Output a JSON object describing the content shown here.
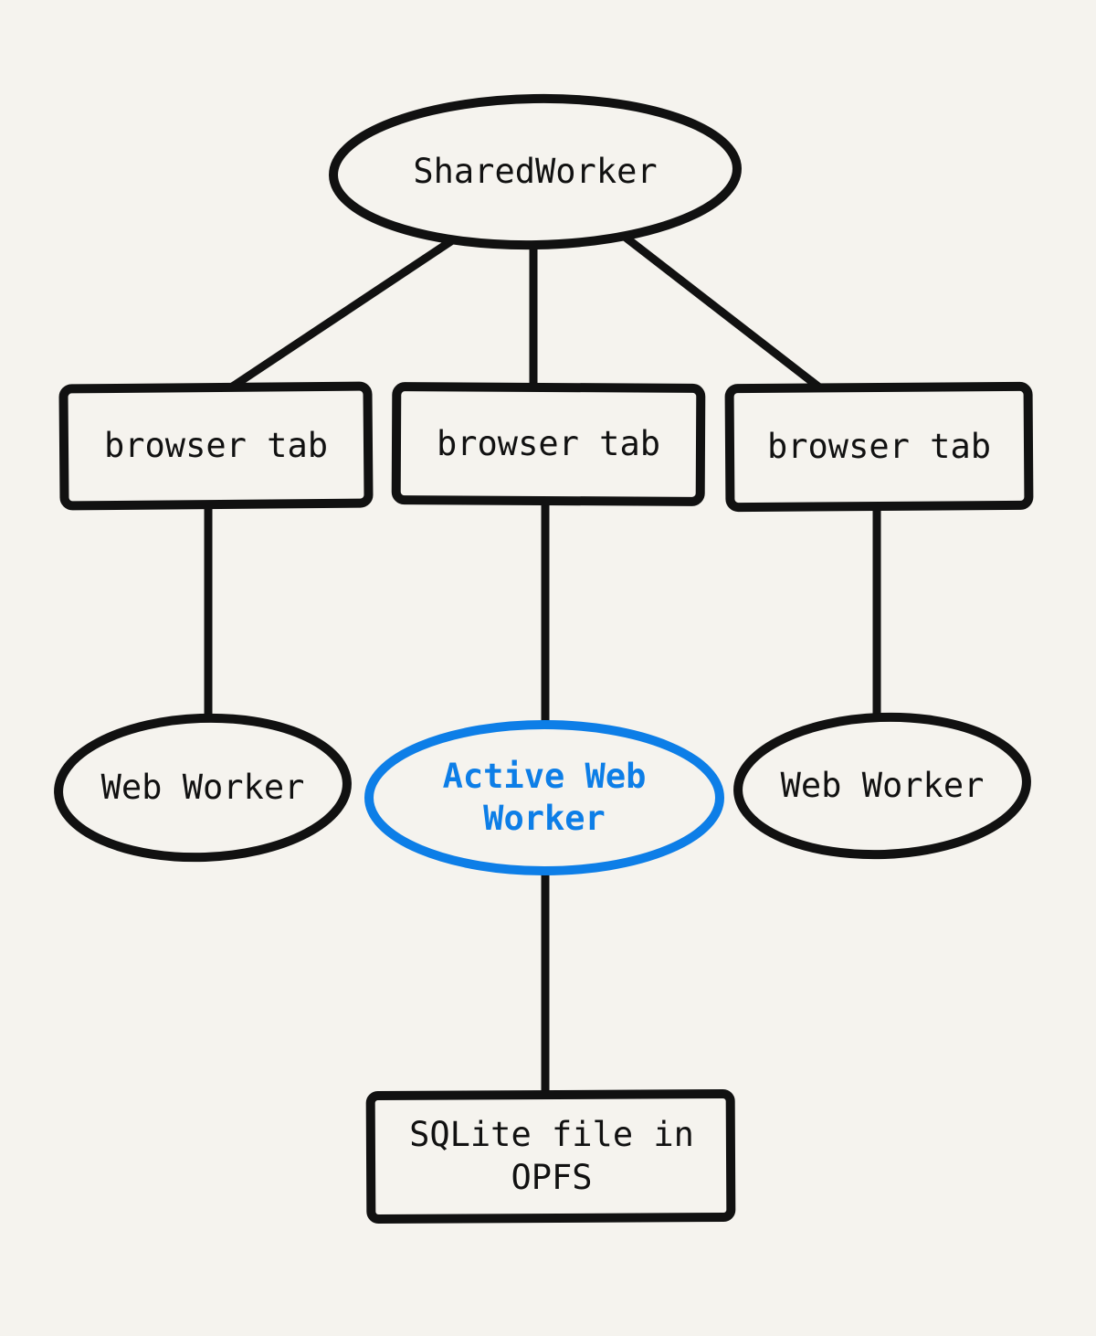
{
  "diagram": {
    "colors": {
      "paper": "#f5f3ee",
      "ink": "#111111",
      "accent": "#0d7ee7"
    },
    "nodes": {
      "shared_worker": {
        "label": "SharedWorker",
        "shape": "ellipse"
      },
      "browser_tab_left": {
        "label": "browser tab",
        "shape": "rect"
      },
      "browser_tab_middle": {
        "label": "browser tab",
        "shape": "rect"
      },
      "browser_tab_right": {
        "label": "browser tab",
        "shape": "rect"
      },
      "web_worker_left": {
        "label": "Web Worker",
        "shape": "ellipse"
      },
      "active_web_worker": {
        "label": "Active Web Worker",
        "shape": "ellipse",
        "highlight_color": "#0d7ee7"
      },
      "web_worker_right": {
        "label": "Web Worker",
        "shape": "ellipse"
      },
      "sqlite_file": {
        "label": "SQLite file in OPFS",
        "shape": "rect"
      }
    },
    "edges": [
      {
        "from": "shared_worker",
        "to": "browser_tab_left"
      },
      {
        "from": "shared_worker",
        "to": "browser_tab_middle"
      },
      {
        "from": "shared_worker",
        "to": "browser_tab_right"
      },
      {
        "from": "browser_tab_left",
        "to": "web_worker_left"
      },
      {
        "from": "browser_tab_middle",
        "to": "active_web_worker"
      },
      {
        "from": "browser_tab_right",
        "to": "web_worker_right"
      },
      {
        "from": "active_web_worker",
        "to": "sqlite_file"
      }
    ]
  }
}
